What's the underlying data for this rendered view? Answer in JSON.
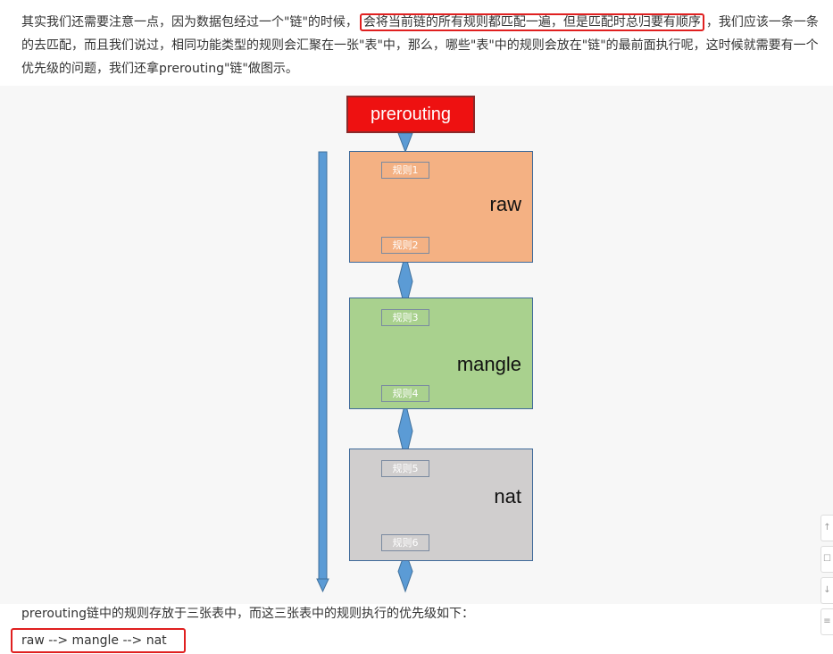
{
  "article": {
    "intro_before": "其实我们还需要注意一点，因为数据包经过一个\"链\"的时候，",
    "intro_highlight": "会将当前链的所有规则都匹配一遍，但是匹配时总归要有顺序",
    "intro_after": "，我们应该一条一条的去匹配，而且我们说过，相同功能类型的规则会汇聚在一张\"表\"中，那么，哪些\"表\"中的规则会放在\"链\"的最前面执行呢，这时候就需要有一个优先级的问题，我们还拿prerouting\"链\"做图示。",
    "summary": "prerouting链中的规则存放于三张表中，而这三张表中的规则执行的优先级如下：",
    "order_code": "raw --> mangle --> nat"
  },
  "diagram": {
    "chain_label": "prerouting",
    "tables": [
      {
        "name": "raw",
        "color": "#f4b183",
        "rules": [
          "规则1",
          "规则2"
        ]
      },
      {
        "name": "mangle",
        "color": "#a9d18e",
        "rules": [
          "规则3",
          "规则4"
        ]
      },
      {
        "name": "nat",
        "color": "#d0cece",
        "rules": [
          "规则5",
          "规则6"
        ]
      }
    ],
    "colors": {
      "arrow": "#5b9bd5",
      "arrow_stroke": "#41719c",
      "highlight": "#e02020",
      "chain": "#ee1111"
    }
  },
  "side_tools": [
    {
      "icon": "up-arrow-icon",
      "glyph": "↑"
    },
    {
      "icon": "comment-icon",
      "glyph": "☐"
    },
    {
      "icon": "down-arrow-icon",
      "glyph": "↓"
    },
    {
      "icon": "menu-icon",
      "glyph": "≡"
    }
  ]
}
